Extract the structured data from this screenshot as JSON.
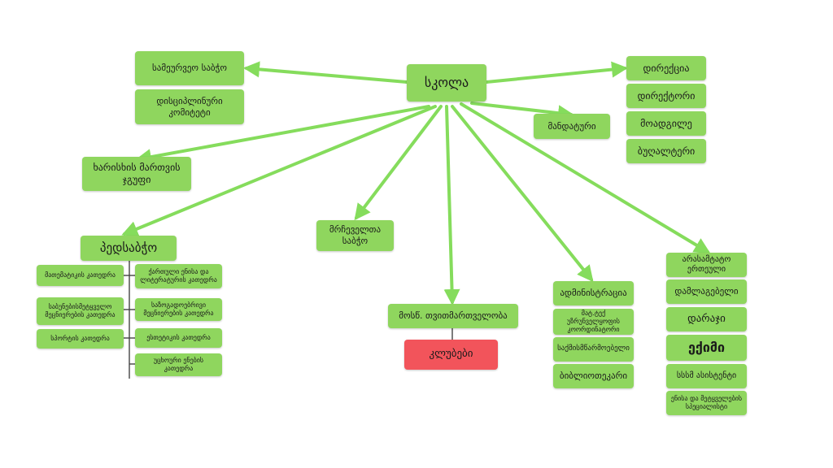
{
  "colors": {
    "node": "#8fd65e",
    "highlight": "#f2545b",
    "edge": "#85dc5c",
    "tree_line": "#444444"
  },
  "nodes": {
    "school": "სკოლა",
    "board_of_trustees": "სამეურვეო საბჭო",
    "disciplinary_committee": "დისციპლინური კომიტეტი",
    "mandatory": "მანდატური",
    "quality_group": "ხარისხის მართვის ჯგუფი",
    "pedagogical_council": "პედსაბჭო",
    "parents_council": "მრჩეველთა საბჭო",
    "student_government": "მოსწ. თვითმართველობა",
    "clubs": "კლუბები",
    "directorate": "დირექცია",
    "director": "დირექტორი",
    "deputy": "მოადგილე",
    "accountant": "ბუღალტერი",
    "administration": "ადმინისტრაცია",
    "admin_items": [
      "მატ.ტექ უზრუნველყოფის კოორდინატორი",
      "საქმისმწარმოებელი",
      "ბიბლიოთეკარი"
    ],
    "non_academic": "არასამტატო ერთეული",
    "non_academic_items": [
      "დამლაგებელი",
      "დარაჯი",
      "ექიმი",
      "სსსმ ასისტენტი",
      "ენისა და მეტყველების სპეციალისტი"
    ],
    "departments_left": [
      "მათემატიკის კათედრა",
      "საბუნებისმეტყველო მეცნიერების კათედრა",
      "სპორტის კათედრა"
    ],
    "departments_right": [
      "ქართული ენისა და ლიტერატურის კათედრა",
      "საზოგადოებრივი მეცნიერების კათედრა",
      "ესთეტიკის კათედრა",
      "უცხოური ენების კათედრა"
    ]
  }
}
